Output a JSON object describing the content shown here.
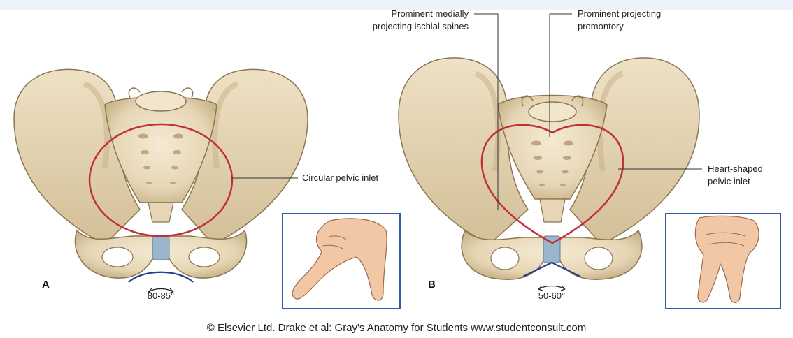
{
  "panels": [
    {
      "letter": "A",
      "angle": "80-85°",
      "inlet_label": "Circular pelvic inlet"
    },
    {
      "letter": "B",
      "angle": "50-60°",
      "inlet_label_lines": [
        "Heart-shaped",
        "pelvic inlet"
      ],
      "spines_label_lines": [
        "Prominent medially",
        "projecting ischial spines"
      ],
      "promontory_label_lines": [
        "Prominent projecting",
        "promontory"
      ]
    }
  ],
  "credit": "© Elsevier Ltd. Drake et al: Gray's Anatomy for Students www.studentconsult.com",
  "colors": {
    "bone": "#e9dcc0",
    "bone_shadow": "#cdb98f",
    "bone_outline": "#8a7650",
    "inlet_outline": "#c0303a",
    "cartilage": "#9bb6cc",
    "angle_arc": "#2c3a8c",
    "inset_frame": "#2f5da8",
    "skin": "#f2c7a6"
  }
}
